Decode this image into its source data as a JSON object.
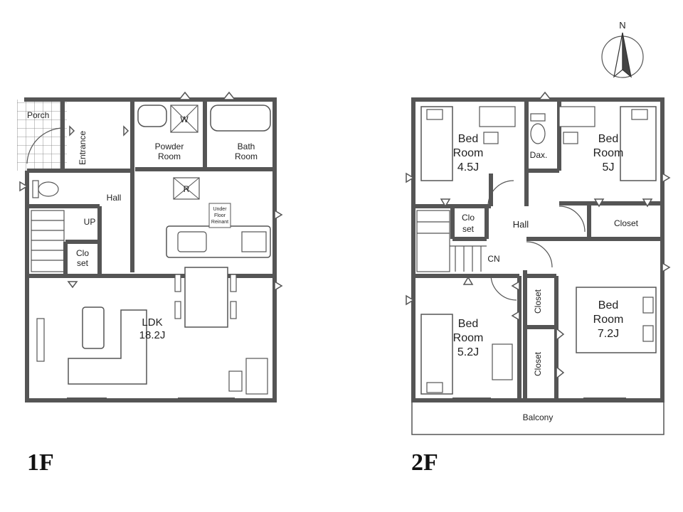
{
  "floor_1": {
    "label": "1F",
    "rooms": {
      "porch": "Porch",
      "entrance": "Entrance",
      "powder_room": [
        "Powder",
        "Room"
      ],
      "bath_room": [
        "Bath",
        "Room"
      ],
      "hall": "Hall",
      "up": "UP",
      "closet": [
        "Clo",
        "set"
      ],
      "under_floor": [
        "Under",
        "Floor",
        "Reinant"
      ],
      "ldk": [
        "LDK",
        "18.2J"
      ]
    },
    "symbols": {
      "washer": "W",
      "fridge": "R"
    }
  },
  "floor_2": {
    "label": "2F",
    "rooms": {
      "bed_nw": [
        "Bed",
        "Room",
        "4.5J"
      ],
      "bed_ne": [
        "Bed",
        "Room",
        "5J"
      ],
      "dax": "Dax.",
      "hall": "Hall",
      "closet_small": [
        "Clo",
        "set"
      ],
      "closet_ne": "Closet",
      "cn": "CN",
      "closet_v1": "Closet",
      "closet_v2": "Closet",
      "bed_sw": [
        "Bed",
        "Room",
        "5.2J"
      ],
      "bed_se": [
        "Bed",
        "Room",
        "7.2J"
      ],
      "balcony": "Balcony"
    }
  },
  "compass": {
    "north": "N"
  }
}
